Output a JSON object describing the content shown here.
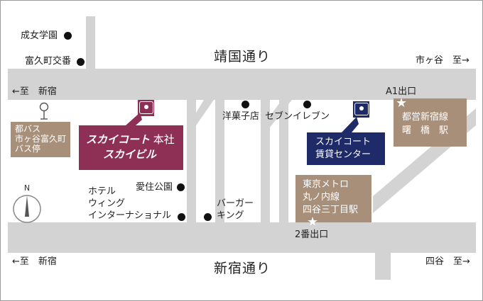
{
  "roads": {
    "north_road_name": "靖国通り",
    "south_road_name": "新宿通り",
    "to_shinjuku_north": "←至　新宿",
    "to_ichigaya": "市ヶ谷　至→",
    "to_shinjuku_south": "←至　新宿",
    "to_yotsuya": "四谷　至→"
  },
  "landmarks": {
    "seijo_gakuen": "成女学園",
    "tomihisacho_koban": "富久町交番",
    "yogashiten": "洋菓子店",
    "seven_eleven": "セブンイレブン",
    "aizumi_park": "愛住公園",
    "hotel_line1": "ホテル",
    "hotel_line2": "ウィング",
    "hotel_line3": "インターナショナル",
    "burger_line1": "バーガー",
    "burger_line2": "キング",
    "exit_a1": "A1出口",
    "exit_2": "2番出口"
  },
  "boxes": {
    "bus_stop": [
      "都バス",
      "市ヶ谷富久町",
      "バス停"
    ],
    "headquarters_title": "スカイコート",
    "headquarters_suffix": "本社",
    "headquarters_building": "スカイビル",
    "rental_center": [
      "スカイコート",
      "賃貸センター"
    ],
    "toei_station": [
      "都営新宿線",
      "曙　橋　駅"
    ],
    "tokyo_metro": [
      "東京メトロ",
      "丸ノ内線",
      "四谷三丁目駅"
    ]
  },
  "compass": {
    "north_label": "N"
  },
  "colors": {
    "road": "#d3d3d3",
    "station_box": "#a88f79",
    "rental_box": "#1f2a68",
    "headquarters_box": "#8e2f55"
  },
  "icons": [
    "bus-stop-icon",
    "location-pin-icon",
    "star-icon",
    "compass-icon",
    "landmark-dot-icon"
  ]
}
